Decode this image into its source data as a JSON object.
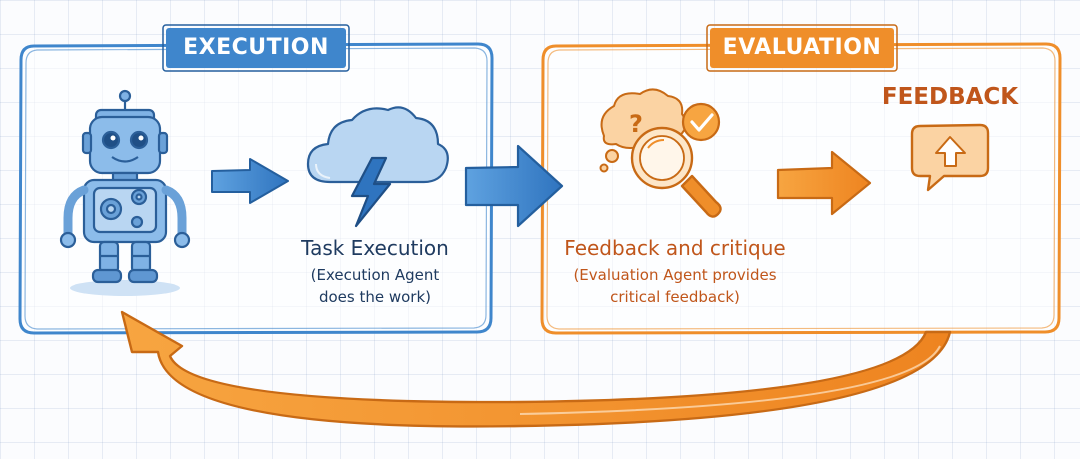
{
  "sections": {
    "execution": {
      "title": "EXECUTION",
      "step_title": "Task Execution",
      "step_desc_line1": "(Execution Agent",
      "step_desc_line2": "does the work)"
    },
    "evaluation": {
      "title": "EVALUATION",
      "step_title": "Feedback and critique",
      "step_desc_line1": "(Evaluation Agent provides",
      "step_desc_line2": "critical feedback)",
      "feedback_label": "FEEDBACK"
    }
  },
  "colors": {
    "execution_blue": "#3f86cc",
    "execution_light": "#b9d6f2",
    "evaluation_orange": "#ef8e2a",
    "evaluation_light": "#fbd3a3",
    "dark_text": "#1f3b60",
    "orange_text": "#c0561b"
  },
  "icons": [
    "robot-icon",
    "cloud-lightning-icon",
    "thought-bubble-icon",
    "magnifier-icon",
    "check-badge-icon",
    "feedback-upload-icon"
  ]
}
